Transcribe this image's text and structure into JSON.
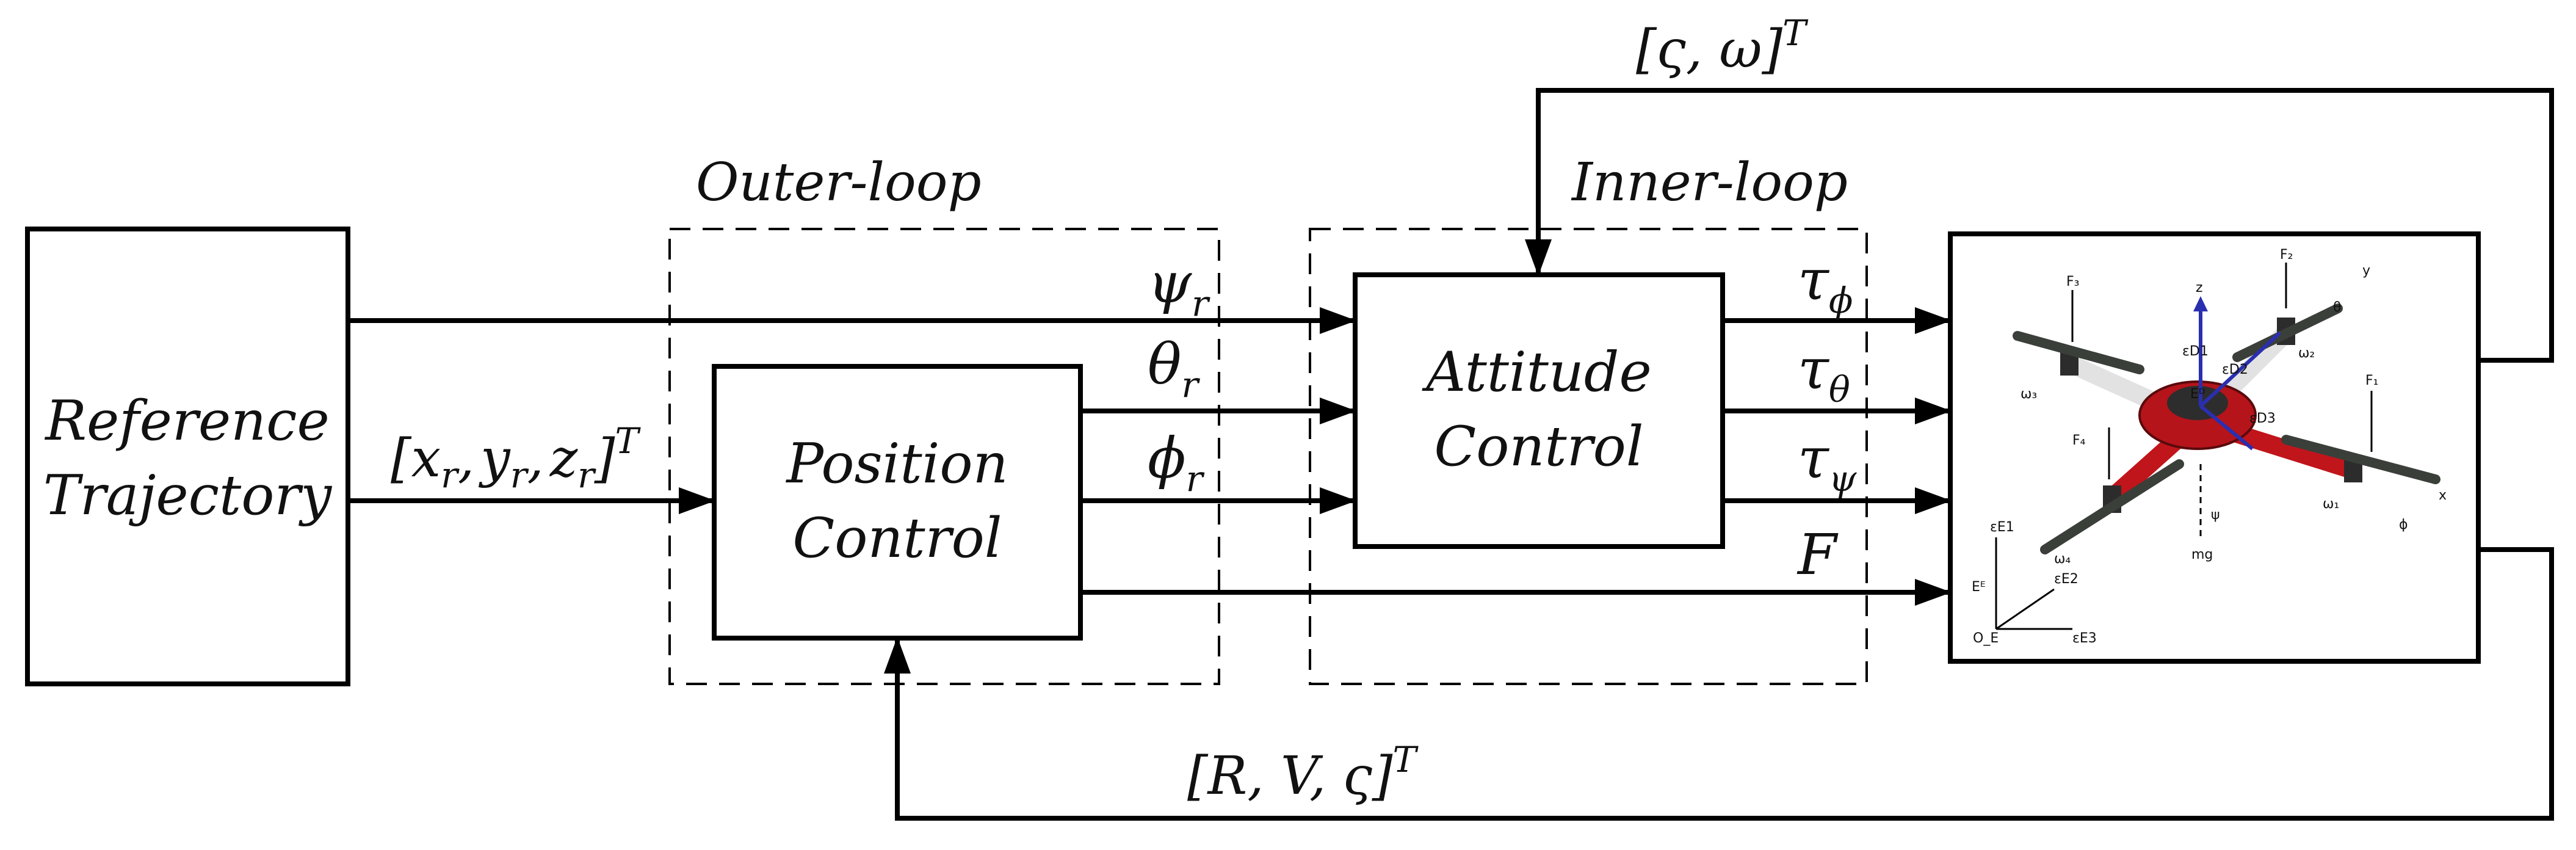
{
  "blocks": {
    "reference": {
      "line1": "Reference",
      "line2": "Trajectory"
    },
    "position": {
      "line1": "Position",
      "line2": "Control"
    },
    "attitude": {
      "line1": "Attitude",
      "line2": "Control"
    }
  },
  "loops": {
    "outer": "Outer-loop",
    "inner": "Inner-loop"
  },
  "signals": {
    "ref_vector": {
      "open": "[",
      "x": "x",
      "xs": "r",
      "c1": ",",
      "y": "y",
      "ys": "r",
      "c2": ",",
      "z": "z",
      "zs": "r",
      "close": "]",
      "sup": "T"
    },
    "psi_r": {
      "base": "ψ",
      "sub": "r"
    },
    "theta_r": {
      "base": "θ",
      "sub": "r"
    },
    "phi_r": {
      "base": "ϕ",
      "sub": "r"
    },
    "tau_phi": {
      "base": "τ",
      "sub": "ϕ"
    },
    "tau_theta": {
      "base": "τ",
      "sub": "θ"
    },
    "tau_psi": {
      "base": "τ",
      "sub": "ψ"
    },
    "force": "F",
    "feedback_top": {
      "text": "[ς, ω]",
      "sup": "T"
    },
    "feedback_bottom": {
      "text": "[R, V, ς]",
      "sup": "T"
    }
  },
  "drone_labels": {
    "z": "z",
    "y": "y",
    "x": "x",
    "f1": "F₁",
    "f2": "F₂",
    "f3": "F₃",
    "f4": "F₄",
    "w1": "ω₁",
    "w2": "ω₂",
    "w3": "ω₃",
    "w4": "ω₄",
    "theta": "θ",
    "phi": "ϕ",
    "psi": "ψ",
    "mg": "mg",
    "eD": "Eᴰ",
    "ed1": "εD1",
    "ed2": "εD2",
    "ed3": "εD3",
    "eE": "Eᴱ",
    "oE": "O_E",
    "e1": "εE1",
    "e2": "εE2",
    "e3": "εE3"
  },
  "colors": {
    "line": "#000000",
    "frame_red": "#c0151b",
    "frame_white": "#e8e8e8",
    "prop": "#3a3f3a",
    "axis_blue": "#2a2fb0"
  }
}
